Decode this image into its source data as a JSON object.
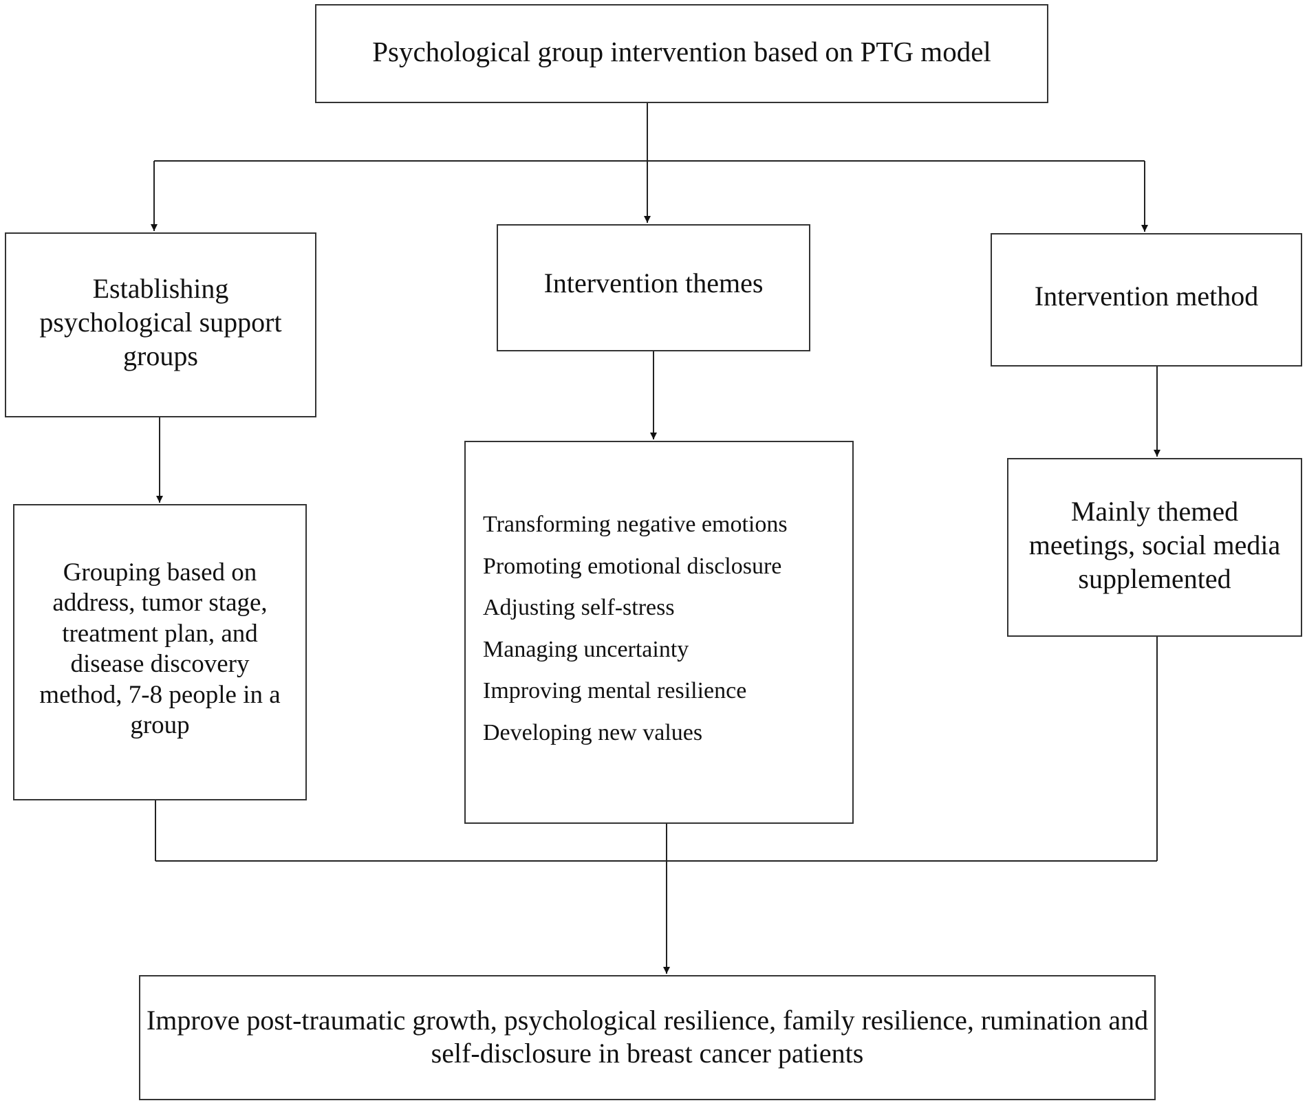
{
  "nodes": {
    "top": "Psychological group intervention based on PTG model",
    "left": "Establishing psychological support groups",
    "middle": "Intervention themes",
    "right": "Intervention method",
    "left_detail": "Grouping based on address, tumor stage, treatment plan, and disease discovery method, 7-8 people in a group",
    "themes": [
      "Transforming negative emotions",
      "Promoting emotional disclosure",
      "Adjusting self-stress",
      "Managing uncertainty",
      "Improving mental resilience",
      "Developing new values"
    ],
    "right_detail": "Mainly themed meetings, social media supplemented",
    "outcome": "Improve post-traumatic growth, psychological resilience, family resilience, rumination and self-disclosure in breast cancer patients"
  },
  "edges": [
    {
      "from": "top",
      "to": "left"
    },
    {
      "from": "top",
      "to": "middle"
    },
    {
      "from": "top",
      "to": "right"
    },
    {
      "from": "left",
      "to": "left_detail"
    },
    {
      "from": "middle",
      "to": "themes"
    },
    {
      "from": "right",
      "to": "right_detail"
    },
    {
      "from": "left_detail",
      "to": "outcome"
    },
    {
      "from": "themes",
      "to": "outcome"
    },
    {
      "from": "right_detail",
      "to": "outcome"
    }
  ]
}
